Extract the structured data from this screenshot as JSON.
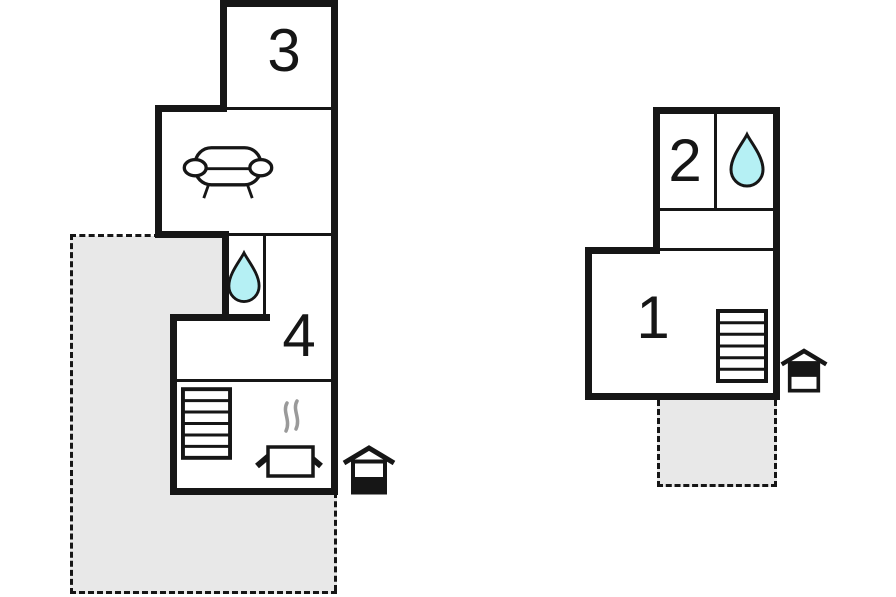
{
  "page": {
    "title": "Property floor plan"
  },
  "colors": {
    "wall": "#161616",
    "terrace_fill": "#e8e8e8",
    "water_drop_fill": "#b5f0f4",
    "steam": "#9a9a9a",
    "background": "#ffffff"
  },
  "rooms": {
    "r1": {
      "label": "1"
    },
    "r2": {
      "label": "2"
    },
    "r3": {
      "label": "3"
    },
    "r4": {
      "label": "4"
    }
  },
  "icons": {
    "sofa": "sofa-icon",
    "water_drop": "water-drop-icon",
    "stairs": "stairs-icon",
    "cooking_pot": "cooking-pot-steam-icon",
    "house_lower_filled": "ground-floor-indicator-icon",
    "house_upper_filled": "upper-floor-indicator-icon"
  }
}
